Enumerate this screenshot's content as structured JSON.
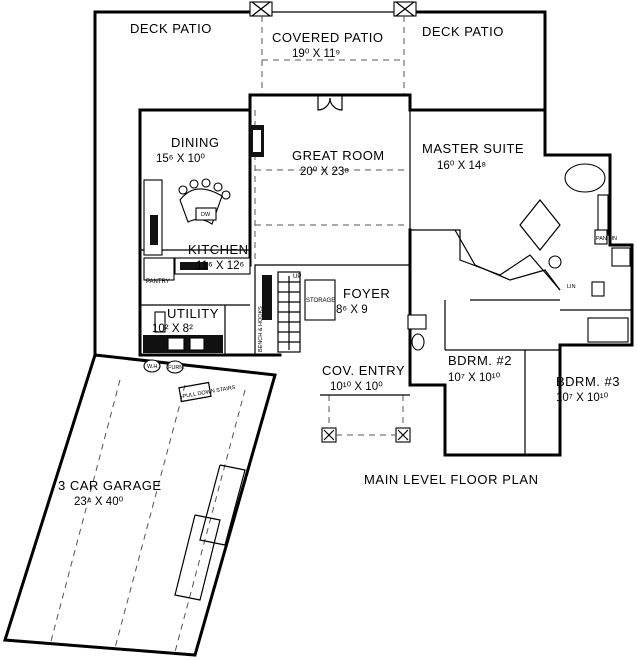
{
  "plan_title": "MAIN LEVEL FLOOR PLAN",
  "rooms": {
    "deck_patio_left": {
      "name": "DECK PATIO"
    },
    "deck_patio_right": {
      "name": "DECK PATIO"
    },
    "covered_patio": {
      "name": "COVERED PATIO",
      "dim": "19⁰ X 11⁹"
    },
    "dining": {
      "name": "DINING",
      "dim": "15⁶ X 10⁰"
    },
    "great_room": {
      "name": "GREAT ROOM",
      "dim": "20⁰ X 23⁸"
    },
    "master_suite": {
      "name": "MASTER SUITE",
      "dim": "16⁰ X 14⁸"
    },
    "kitchen": {
      "name": "KITCHEN",
      "dim": "11⁶ X 12⁶"
    },
    "foyer": {
      "name": "FOYER",
      "dim": "8⁶ X 9"
    },
    "utility": {
      "name": "UTILITY",
      "dim": "10² X 8²"
    },
    "cov_entry": {
      "name": "COV. ENTRY",
      "dim": "10¹⁰ X 10⁰"
    },
    "bdrm2": {
      "name": "BDRM. #2",
      "dim": "10⁷ X 10¹⁰"
    },
    "bdrm3": {
      "name": "BDRM. #3",
      "dim": "10⁷ X 10¹⁰"
    },
    "garage": {
      "name": "3 CAR GARAGE",
      "dim": "23⁴ X 40⁰"
    }
  },
  "labels": {
    "pantry": "PANTRY",
    "storage": "STORAGE",
    "up": "UP",
    "bench": "BENCH & HOOKS",
    "wh": "W.H.",
    "furn": "FURN.",
    "pulldown": "PULL DOWN STAIRS",
    "lin": "LIN",
    "pan_lin": "PAN LIN",
    "dw": "DW"
  }
}
